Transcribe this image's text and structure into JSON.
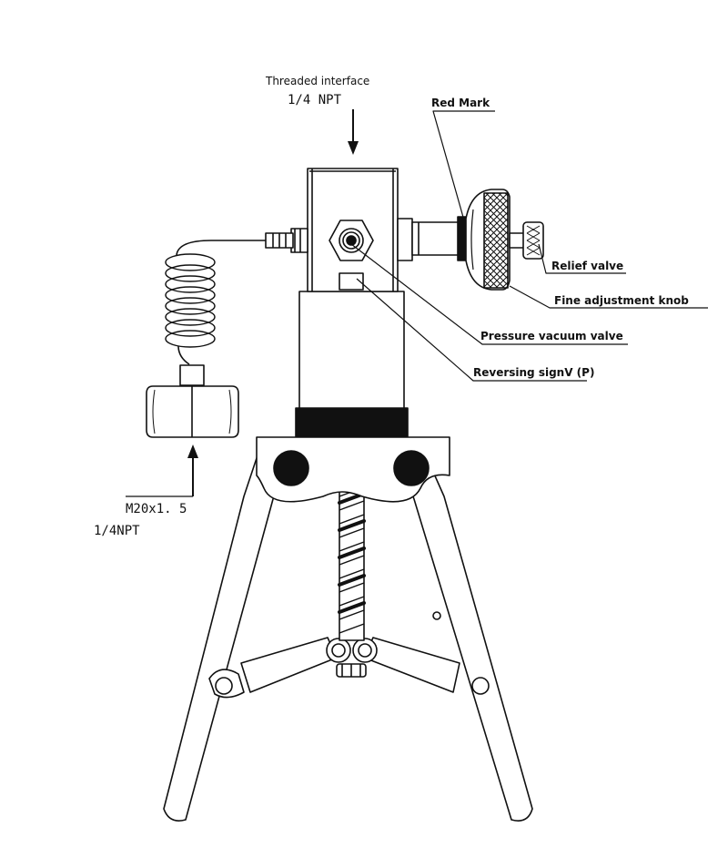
{
  "labels": {
    "threaded_interface": "Threaded interface",
    "threaded_interface_spec": "1/4  NPT",
    "red_mark": "Red Mark",
    "relief_valve": "Relief valve",
    "fine_adjustment_knob": "Fine adjustment knob",
    "pressure_vacuum_valve": "Pressure vacuum valve",
    "reversing_sign": "Reversing signV (P)",
    "thread_m20": "M20x1. 5",
    "thread_npt": "1/4NPT"
  },
  "colors": {
    "stroke": "#111111",
    "fill_dark": "#111111",
    "background": "#ffffff"
  }
}
